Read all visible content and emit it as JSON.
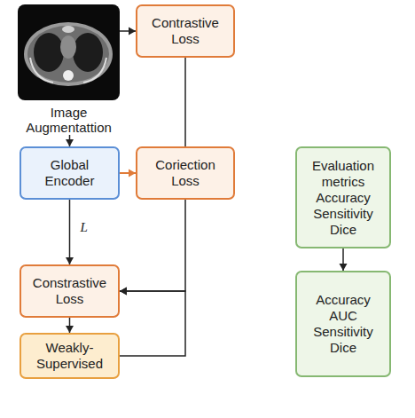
{
  "diagram": {
    "nodes": [
      {
        "text": [
          "Image Augmentattion"
        ]
      },
      {
        "text": [
          "Contrastive Loss"
        ]
      },
      {
        "text": [
          "Global Encoder"
        ]
      },
      {
        "text": [
          "Coriection Loss"
        ]
      },
      {
        "text": [
          "Constrastive Loss"
        ]
      },
      {
        "text": [
          "Weakly-Supervised"
        ]
      },
      {
        "text": [
          "Evaluation metrics Accuracy Sensitivity Dice"
        ]
      },
      {
        "text": [
          "Accuracy AUC Sensitivity Dice"
        ]
      }
    ],
    "edges": [
      {
        "from": 0,
        "to": 1,
        "arrow": "to"
      },
      {
        "from": 0,
        "to": 2,
        "arrow": "to"
      },
      {
        "from": 2,
        "to": 3,
        "arrow": "to"
      },
      {
        "from": 2,
        "to": 4,
        "arrow": "to"
      },
      {
        "from": 1,
        "to": 3,
        "arrow": "none"
      },
      {
        "from": 3,
        "to": 4,
        "arrow": "to"
      },
      {
        "from": 5,
        "to": 4,
        "arrow": "to"
      },
      {
        "from": 4,
        "to": 5,
        "arrow": "to"
      },
      {
        "from": 6,
        "to": 7,
        "arrow": "to"
      }
    ],
    "labels": [
      "L"
    ]
  }
}
